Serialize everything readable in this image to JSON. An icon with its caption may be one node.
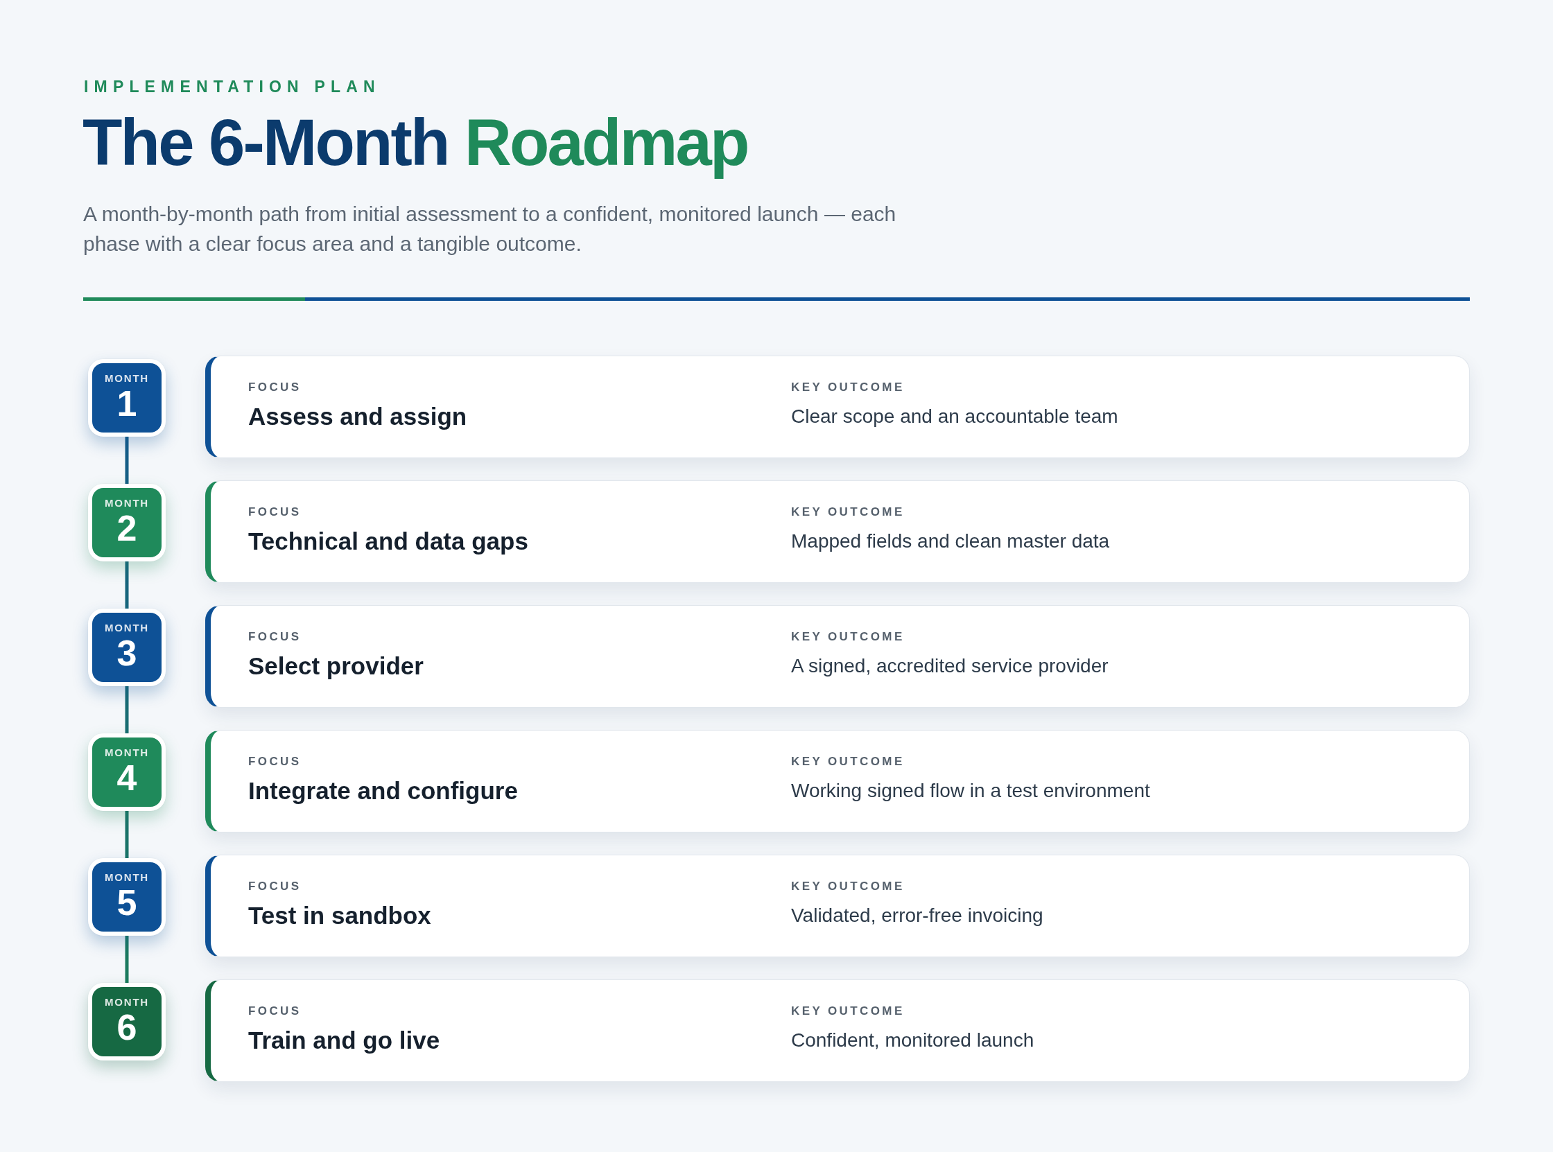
{
  "diagram": {
    "title": "The 6-Month Roadmap",
    "nodes": [
      {
        "text": [
          "MONTH",
          "1"
        ]
      },
      {
        "text": [
          "FOCUS",
          "Assess and assign",
          "KEY OUTCOME",
          "Clear scope and an accountable team"
        ]
      },
      {
        "text": [
          "MONTH",
          "2"
        ]
      },
      {
        "text": [
          "FOCUS",
          "Technical and data gaps",
          "KEY OUTCOME",
          "Mapped fields and clean master data"
        ]
      },
      {
        "text": [
          "MONTH",
          "3"
        ]
      },
      {
        "text": [
          "FOCUS",
          "Select provider",
          "KEY OUTCOME",
          "A signed, accredited service provider"
        ]
      },
      {
        "text": [
          "MONTH",
          "4"
        ]
      },
      {
        "text": [
          "FOCUS",
          "Integrate and configure",
          "KEY OUTCOME",
          "Working signed flow in a test environment"
        ]
      },
      {
        "text": [
          "MONTH",
          "5"
        ]
      },
      {
        "text": [
          "FOCUS",
          "Test in sandbox",
          "KEY OUTCOME",
          "Validated, error-free invoicing"
        ]
      },
      {
        "text": [
          "MONTH",
          "6"
        ]
      },
      {
        "text": [
          "FOCUS",
          "Train and go live",
          "KEY OUTCOME",
          "Confident, monitored launch"
        ]
      }
    ],
    "edges": [
      {
        "from": 0,
        "to": 2,
        "arrow": "none"
      },
      {
        "from": 2,
        "to": 4,
        "arrow": "none"
      },
      {
        "from": 4,
        "to": 6,
        "arrow": "none"
      },
      {
        "from": 6,
        "to": 8,
        "arrow": "none"
      },
      {
        "from": 8,
        "to": 10,
        "arrow": "none"
      }
    ],
    "labels": [
      "IMPLEMENTATION PLAN",
      "A month-by-month path from initial assessment to a confident, monitored launch — each phase with a clear focus area and a tangible outcome."
    ]
  }
}
